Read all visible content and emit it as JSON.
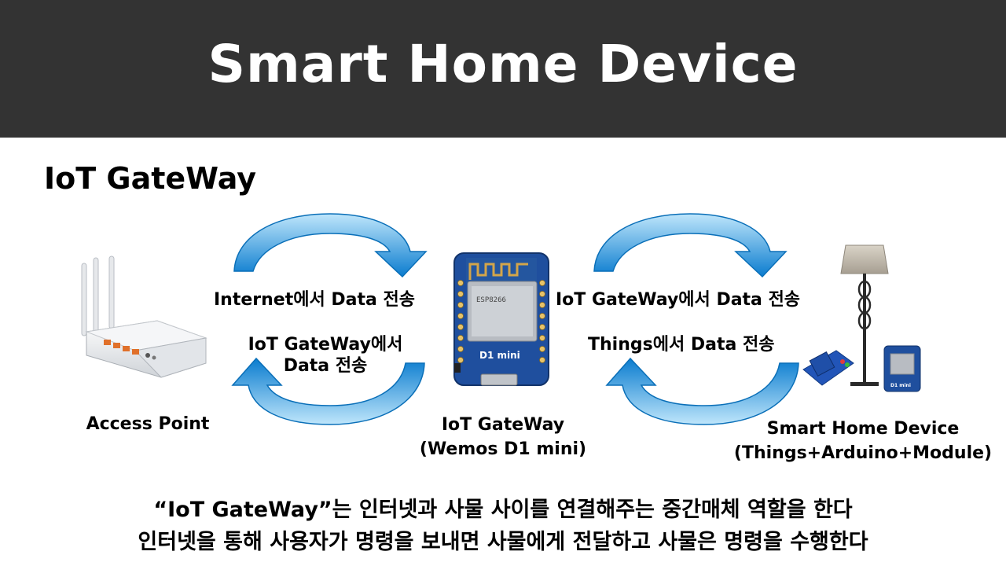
{
  "title": "Smart Home Device",
  "section_heading": "IoT GateWay",
  "nodes": {
    "access_point": "Access Point",
    "gateway_line1": "IoT GateWay",
    "gateway_line2": "(Wemos D1 mini)",
    "smart_device_line1": "Smart Home Device",
    "smart_device_line2": "(Things+Arduino+Module)"
  },
  "board_label": "D1 mini",
  "arrows": {
    "left_top": "Internet에서 Data 전송",
    "left_bottom_line1": "IoT GateWay에서",
    "left_bottom_line2": "Data 전송",
    "right_top": "IoT GateWay에서 Data 전송",
    "right_bottom": "Things에서 Data 전송"
  },
  "description": {
    "line1": "“IoT GateWay”는 인터넷과 사물 사이를 연결해주는 중간매체 역할을 한다",
    "line2": "인터넷을 통해 사용자가 명령을 보내면 사물에게 전달하고 사물은 명령을 수행한다"
  },
  "colors": {
    "title_bar": "#333333",
    "arrow_light": "#a9dcf5",
    "arrow_dark": "#0a7ccf",
    "board_blue": "#1f4f9e"
  }
}
